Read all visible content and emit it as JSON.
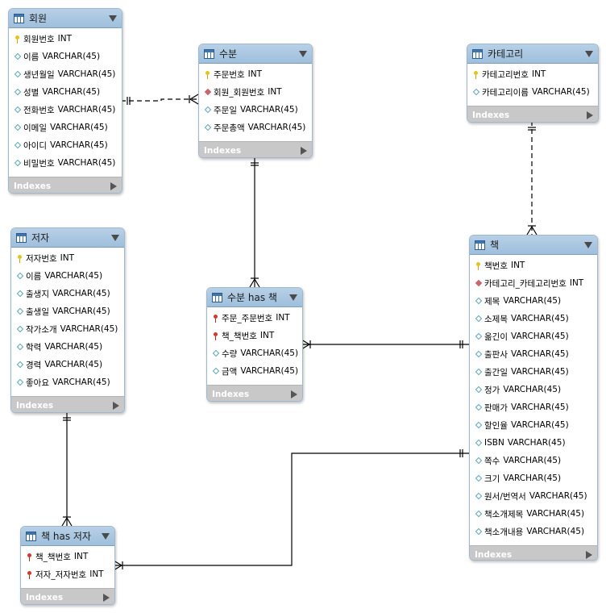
{
  "tables": [
    {
      "id": "member",
      "name": "회원",
      "columns": [
        {
          "icon": "primary-key",
          "name": "회원번호",
          "type": "INT"
        },
        {
          "icon": "column",
          "name": "이름",
          "type": "VARCHAR(45)"
        },
        {
          "icon": "column",
          "name": "생년월일",
          "type": "VARCHAR(45)"
        },
        {
          "icon": "column",
          "name": "성별",
          "type": "VARCHAR(45)"
        },
        {
          "icon": "column",
          "name": "전화번호",
          "type": "VARCHAR(45)"
        },
        {
          "icon": "column",
          "name": "이메일",
          "type": "VARCHAR(45)"
        },
        {
          "icon": "column",
          "name": "아이디",
          "type": "VARCHAR(45)"
        },
        {
          "icon": "column",
          "name": "비밀번호",
          "type": "VARCHAR(45)"
        }
      ],
      "footer": "Indexes"
    },
    {
      "id": "order",
      "name": "수분",
      "columns": [
        {
          "icon": "primary-key",
          "name": "주문번호",
          "type": "INT"
        },
        {
          "icon": "foreign-key-column",
          "name": "회원_회원번호",
          "type": "INT"
        },
        {
          "icon": "column",
          "name": "주문일",
          "type": "VARCHAR(45)"
        },
        {
          "icon": "column",
          "name": "주문총액",
          "type": "VARCHAR(45)"
        }
      ],
      "footer": "Indexes"
    },
    {
      "id": "category",
      "name": "카테고리",
      "columns": [
        {
          "icon": "primary-key",
          "name": "카테고리번호",
          "type": "INT"
        },
        {
          "icon": "column",
          "name": "카테고리이름",
          "type": "VARCHAR(45)"
        }
      ],
      "footer": "Indexes"
    },
    {
      "id": "author",
      "name": "저자",
      "columns": [
        {
          "icon": "primary-key",
          "name": "저자번호",
          "type": "INT"
        },
        {
          "icon": "column",
          "name": "이름",
          "type": "VARCHAR(45)"
        },
        {
          "icon": "column",
          "name": "출생지",
          "type": "VARCHAR(45)"
        },
        {
          "icon": "column",
          "name": "출생일",
          "type": "VARCHAR(45)"
        },
        {
          "icon": "column",
          "name": "작가소개",
          "type": "VARCHAR(45)"
        },
        {
          "icon": "column",
          "name": "학력",
          "type": "VARCHAR(45)"
        },
        {
          "icon": "column",
          "name": "경력",
          "type": "VARCHAR(45)"
        },
        {
          "icon": "column",
          "name": "좋아요",
          "type": "VARCHAR(45)"
        }
      ],
      "footer": "Indexes"
    },
    {
      "id": "order_has_book",
      "name": "수분 has 책",
      "columns": [
        {
          "icon": "primary-foreign-key",
          "name": "주문_주문번호",
          "type": "INT"
        },
        {
          "icon": "primary-foreign-key",
          "name": "책_책번호",
          "type": "INT"
        },
        {
          "icon": "column",
          "name": "수량",
          "type": "VARCHAR(45)"
        },
        {
          "icon": "column",
          "name": "금액",
          "type": "VARCHAR(45)"
        }
      ],
      "footer": "Indexes"
    },
    {
      "id": "book",
      "name": "책",
      "columns": [
        {
          "icon": "primary-key",
          "name": "책번호",
          "type": "INT"
        },
        {
          "icon": "foreign-key-column",
          "name": "카테고리_카테고리번호",
          "type": "INT"
        },
        {
          "icon": "column",
          "name": "제목",
          "type": "VARCHAR(45)"
        },
        {
          "icon": "column",
          "name": "소제목",
          "type": "VARCHAR(45)"
        },
        {
          "icon": "column",
          "name": "옮긴이",
          "type": "VARCHAR(45)"
        },
        {
          "icon": "column",
          "name": "출판사",
          "type": "VARCHAR(45)"
        },
        {
          "icon": "column",
          "name": "출간일",
          "type": "VARCHAR(45)"
        },
        {
          "icon": "column",
          "name": "정가",
          "type": "VARCHAR(45)"
        },
        {
          "icon": "column",
          "name": "판매가",
          "type": "VARCHAR(45)"
        },
        {
          "icon": "column",
          "name": "할인율",
          "type": "VARCHAR(45)"
        },
        {
          "icon": "column",
          "name": "ISBN",
          "type": "VARCHAR(45)"
        },
        {
          "icon": "column",
          "name": "쪽수",
          "type": "VARCHAR(45)"
        },
        {
          "icon": "column",
          "name": "크기",
          "type": "VARCHAR(45)"
        },
        {
          "icon": "column",
          "name": "원서/번역서",
          "type": "VARCHAR(45)"
        },
        {
          "icon": "column",
          "name": "책소개제목",
          "type": "VARCHAR(45)"
        },
        {
          "icon": "column",
          "name": "책소개내용",
          "type": "VARCHAR(45)"
        }
      ],
      "footer": "Indexes"
    },
    {
      "id": "book_has_author",
      "name": "책 has 저자",
      "columns": [
        {
          "icon": "primary-foreign-key",
          "name": "책_책번호",
          "type": "INT"
        },
        {
          "icon": "primary-foreign-key",
          "name": "저자_저자번호",
          "type": "INT"
        }
      ],
      "footer": "Indexes"
    }
  ],
  "relationships": [
    {
      "from": "member",
      "to": "order",
      "from_card": "one",
      "to_card": "many",
      "identifying": false
    },
    {
      "from": "order",
      "to": "order_has_book",
      "from_card": "one",
      "to_card": "many",
      "identifying": true
    },
    {
      "from": "category",
      "to": "book",
      "from_card": "one",
      "to_card": "many",
      "identifying": false
    },
    {
      "from": "book",
      "to": "order_has_book",
      "from_card": "one",
      "to_card": "many",
      "identifying": true
    },
    {
      "from": "author",
      "to": "book_has_author",
      "from_card": "one",
      "to_card": "many",
      "identifying": true
    },
    {
      "from": "book",
      "to": "book_has_author",
      "from_card": "one",
      "to_card": "many",
      "identifying": true
    }
  ],
  "colors": {
    "header": "#a8c6e0",
    "footer": "#c8c8c8",
    "key": "#e3c41a",
    "foreign_key": "#d43a2a",
    "line": "#000000"
  }
}
